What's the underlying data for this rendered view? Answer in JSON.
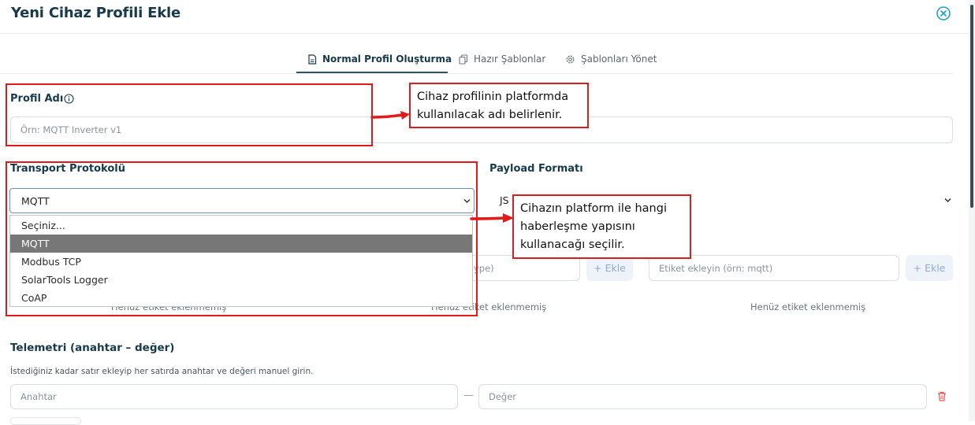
{
  "header": {
    "title": "Yeni Cihaz Profili Ekle",
    "close_icon": "close-circle-icon"
  },
  "tabs": [
    {
      "label": "Normal Profil Oluşturma",
      "icon": "document-icon",
      "active": true
    },
    {
      "label": "Hazır Şablonlar",
      "icon": "copy-icon",
      "active": false
    },
    {
      "label": "Şablonları Yönet",
      "icon": "gear-icon",
      "active": false
    }
  ],
  "profile": {
    "label": "Profil Adı",
    "placeholder": "Örn: MQTT Inverter v1"
  },
  "transport": {
    "label": "Transport Protokolü",
    "selected": "MQTT",
    "options": [
      "Seçiniz...",
      "MQTT",
      "Modbus TCP",
      "SolarTools Logger",
      "CoAP"
    ],
    "selected_index": 1
  },
  "payload": {
    "label": "Payload Formatı",
    "value_partial": "JS"
  },
  "tags": {
    "input1_partial": "ype)",
    "input2_placeholder": "Etiket ekleyin (örn: mqtt)",
    "add_label": "+ Ekle",
    "empty_text": "Henüz etiket eklenmemiş"
  },
  "telemetry": {
    "title": "Telemetri (anahtar – değer)",
    "description": "İstediğiniz kadar satır ekleyip her satırda anahtar ve değeri manuel girin.",
    "key_placeholder": "Anahtar",
    "value_placeholder": "Değer",
    "separator": "—"
  },
  "annotations": {
    "callout1": [
      "Cihaz profilinin platformda",
      "kullanılacak adı belirlenir."
    ],
    "callout2": [
      "Cihazın platform ile hangi",
      "haberleşme yapısını",
      "kullanacağı seçilir."
    ],
    "color": "#e01b1b"
  }
}
